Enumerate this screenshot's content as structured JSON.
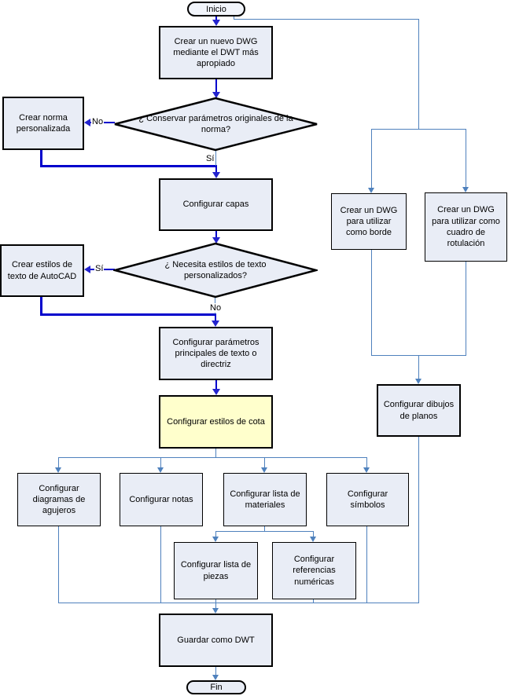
{
  "palette": {
    "node_fill": "#E9EDF6",
    "highlight_fill": "#FFFFCC",
    "terminator_fill": "#F2F5FB",
    "main_flow_color": "#0000CC",
    "connector_color": "#4F81BD",
    "border_color": "#000000"
  },
  "nodes": {
    "inicio": {
      "label": "Inicio"
    },
    "crear_dwg": {
      "label": "Crear un nuevo DWG mediante el DWT más apropiado"
    },
    "decision_norma": {
      "label": "¿ Conservar parámetros originales de la norma?"
    },
    "crear_norma": {
      "label": "Crear norma personalizada"
    },
    "capas": {
      "label": "Configurar capas"
    },
    "decision_texto": {
      "label": "¿ Necesita estilos de texto personalizados?"
    },
    "crear_estilos": {
      "label": "Crear estilos de texto de AutoCAD"
    },
    "parametros": {
      "label": "Configurar parámetros principales de texto o directriz"
    },
    "cota": {
      "label": "Configurar estilos de cota"
    },
    "agujeros": {
      "label": "Configurar diagramas de agujeros"
    },
    "notas": {
      "label": "Configurar notas"
    },
    "materiales": {
      "label": "Configurar lista de materiales"
    },
    "simbolos": {
      "label": "Configurar símbolos"
    },
    "piezas": {
      "label": "Configurar lista de piezas"
    },
    "referencias": {
      "label": "Configurar referencias numéricas"
    },
    "guardar": {
      "label": "Guardar como DWT"
    },
    "fin": {
      "label": "Fin"
    },
    "borde": {
      "label": "Crear un DWG para utilizar como borde"
    },
    "rotulacion": {
      "label": "Crear un DWG para utilizar como cuadro de rotulación"
    },
    "dibujos": {
      "label": "Configurar dibujos de planos"
    }
  },
  "edge_labels": {
    "decision1_no": "No",
    "decision1_si": "Sí",
    "decision2_si": "Sí",
    "decision2_no": "No"
  }
}
